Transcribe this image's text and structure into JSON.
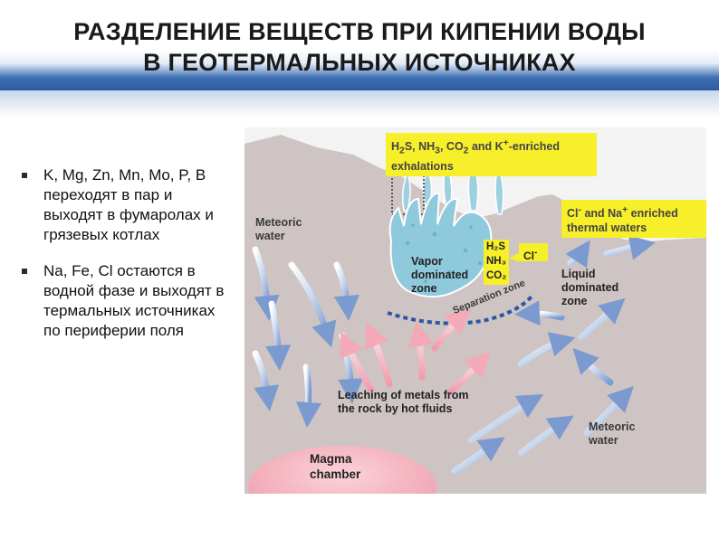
{
  "slide": {
    "title_line1": "РАЗДЕЛЕНИЕ ВЕЩЕСТВ ПРИ КИПЕНИИ ВОДЫ",
    "title_line2": "В ГЕОТЕРМАЛЬНЫХ ИСТОЧНИКАХ",
    "bullets": [
      "K, Mg, Zn, Mn, Mo, P, B переходят в пар и выходят в фумаролах и грязевых котлах",
      "Na, Fe, Cl остаются в водной фазе и выходят в термальных источниках по периферии поля"
    ]
  },
  "diagram": {
    "exhalations_main": "H",
    "exhalations_sub1": "2",
    "exhalations_mid1": "S, NH",
    "exhalations_sub2": "3",
    "exhalations_mid2": ", CO",
    "exhalations_sub3": "2",
    "exhalations_mid3": " and K",
    "exhalations_sup": "+",
    "exhalations_end": "-enriched",
    "exhalations_line2": "exhalations",
    "thermal_cl": "Cl",
    "thermal_cl_sup": "-",
    "thermal_mid": " and Na",
    "thermal_na_sup": "+",
    "thermal_end": " enriched",
    "thermal_line2": "thermal waters",
    "meteoric_water_left": "Meteoric water",
    "vapor_zone": "Vapor dominated zone",
    "gas_h2s": "H₂S",
    "gas_nh3": "NH₃",
    "gas_co2": "CO₂",
    "gas_cl": "Cl",
    "gas_cl_sup": "-",
    "separation_zone": "Separation zone",
    "liquid_zone": "Liquid dominated zone",
    "leaching": "Leaching of metals from the rock by hot fluids",
    "meteoric_water_right": "Meteoric water",
    "magma_chamber": "Magma chamber",
    "colors": {
      "rock": "#cfc6c5",
      "label_box": "#f6ef2a",
      "vapor": "#7bc4d9",
      "magma": "#f3a9b5",
      "separation": "#2f55a4"
    }
  }
}
